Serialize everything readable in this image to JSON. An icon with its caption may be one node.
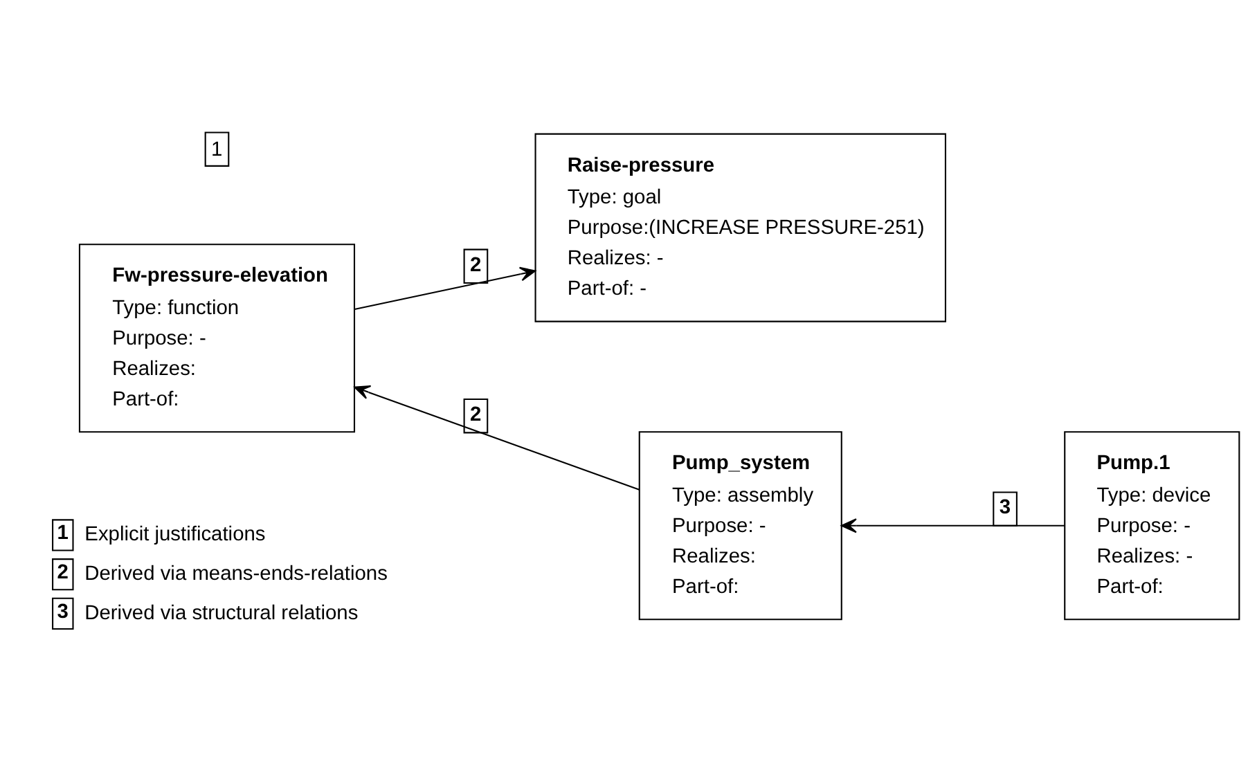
{
  "diagram": {
    "nodes": [
      {
        "text": [
          "Raise-pressure",
          "Type: goal",
          "Purpose:(INCREASE PRESSURE-251)",
          "Realizes: -",
          "Part-of: -"
        ]
      },
      {
        "text": [
          "Fw-pressure-elevation",
          "Type: function",
          "Purpose: -",
          "Realizes:",
          "Part-of:"
        ]
      },
      {
        "text": [
          "Pump_system",
          "Type: assembly",
          "Purpose: -",
          "Realizes:",
          "Part-of:"
        ]
      },
      {
        "text": [
          "Pump.1",
          "Type: device",
          "Purpose: -",
          "Realizes: -",
          "Part-of:"
        ]
      }
    ],
    "edges": [
      {
        "from": 1,
        "to": 0,
        "arrow": "to",
        "label": "2"
      },
      {
        "from": 2,
        "to": 1,
        "arrow": "to",
        "label": "2"
      },
      {
        "from": 3,
        "to": 2,
        "arrow": "to",
        "label": "3"
      }
    ],
    "labels": [
      "1",
      "1",
      "2",
      "3"
    ],
    "legend": [
      {
        "text": "Explicit justifications"
      },
      {
        "text": "Derived via means-ends-relations"
      },
      {
        "text": "Derived via structural relations"
      }
    ]
  }
}
